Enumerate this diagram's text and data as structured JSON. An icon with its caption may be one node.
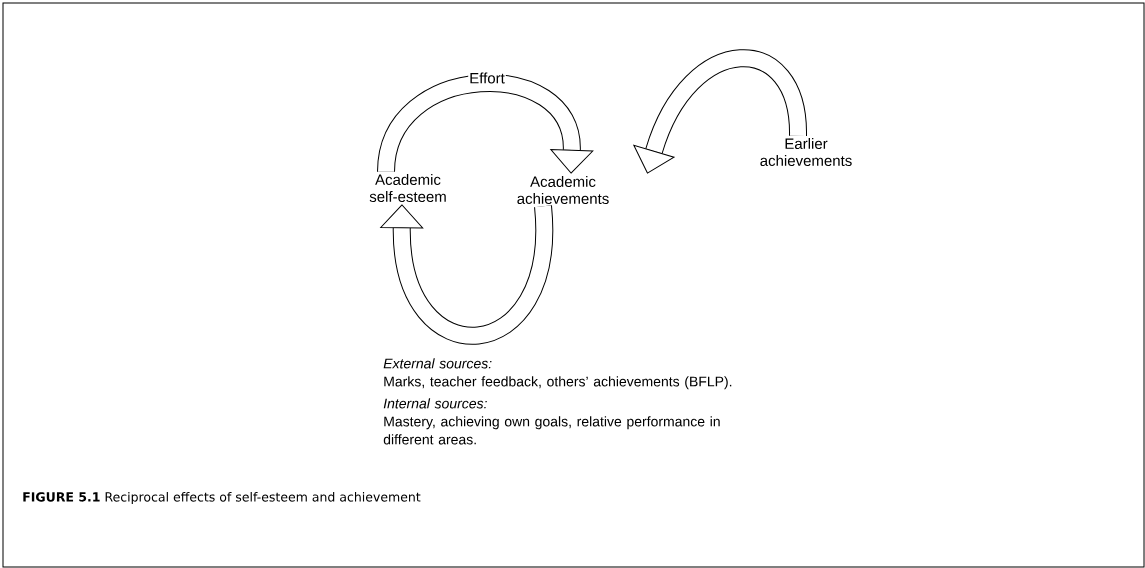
{
  "diagram": {
    "caption": "**FIGURE 5.1** Reciprocal effects of self-esteem and achievement",
    "nodes": [
      {
        "text": [
          "Academic self-esteem"
        ]
      },
      {
        "text": [
          "Academic achievements"
        ]
      },
      {
        "text": [
          "Earlier achievements"
        ]
      }
    ],
    "edges": [
      {
        "from": 0,
        "to": 1,
        "arrow": "to",
        "label": "Effort"
      },
      {
        "from": 2,
        "to": 1,
        "arrow": "to"
      },
      {
        "from": 1,
        "to": 0,
        "arrow": "to"
      }
    ],
    "labels": [
      "External sources:",
      "Marks, teacher feedback, others’ achievements (BFLP).",
      "Internal sources:",
      "Mastery, achieving own goals, relative performance in different areas."
    ]
  }
}
